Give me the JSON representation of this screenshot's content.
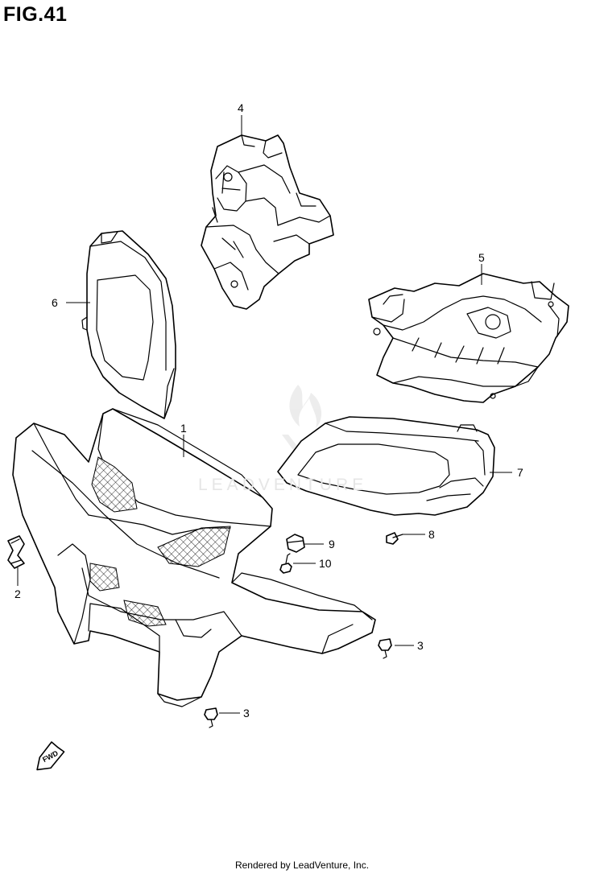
{
  "title": "FIG.41",
  "footer": "Rendered by LeadVenture, Inc.",
  "watermark": "LEADVENTURE",
  "fwd_label": "FWD",
  "callouts": {
    "c1": "1",
    "c2": "2",
    "c3a": "3",
    "c3b": "3",
    "c4": "4",
    "c5": "5",
    "c6": "6",
    "c7": "7",
    "c8": "8",
    "c9": "9",
    "c10": "10"
  }
}
